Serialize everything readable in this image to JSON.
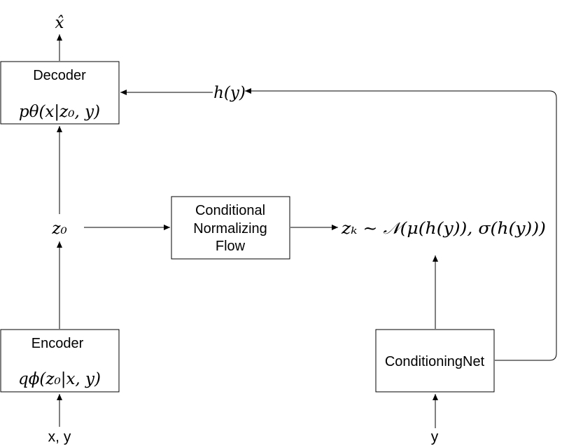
{
  "nodes": {
    "decoder": {
      "title": "Decoder",
      "formula": "pθ(x|z₀, y)"
    },
    "encoder": {
      "title": "Encoder",
      "formula": "qϕ(z₀|x, y)"
    },
    "flow": {
      "line1": "Conditional",
      "line2": "Normalizing",
      "line3": "Flow"
    },
    "conditioning_net": {
      "title": "ConditioningNet"
    }
  },
  "labels": {
    "x_hat": "x̂",
    "h_y": "h(y)",
    "z0": "z₀",
    "zk": "zₖ ∼ 𝒩(μ(h(y)), σ(h(y)))",
    "input_xy": "x, y",
    "input_y": "y"
  }
}
